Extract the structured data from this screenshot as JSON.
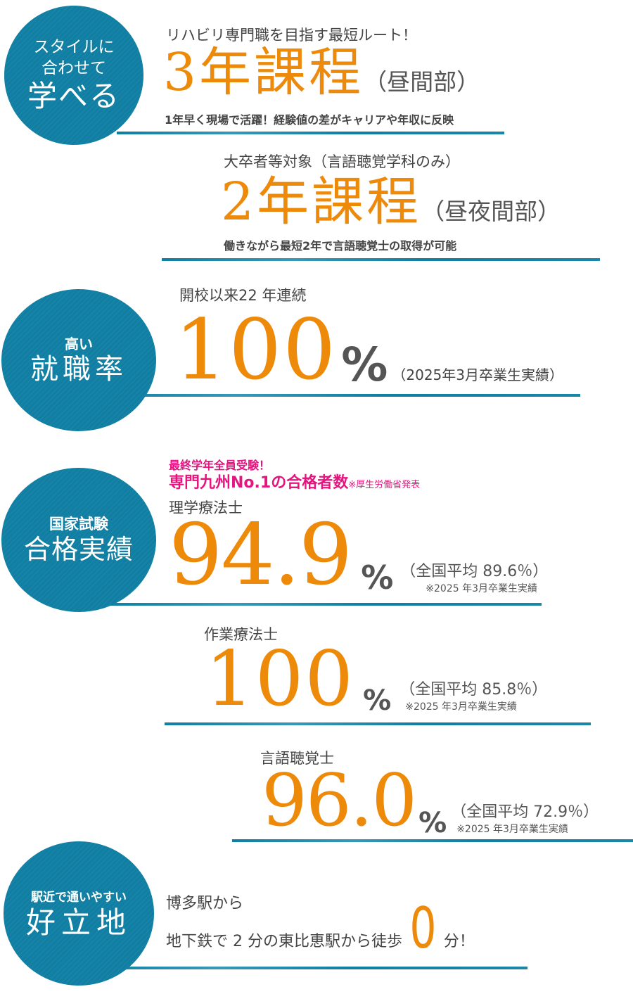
{
  "colors": {
    "accent_orange": "#ee8a0a",
    "brand_teal": "#107fa3",
    "pink": "#e6147f",
    "text_gray": "#444444"
  },
  "section_style": {
    "circle": {
      "line1": "スタイルに",
      "line2": "合わせて",
      "line3": "学べる"
    },
    "course3": {
      "tagline": "リハビリ専門職を目指す最短ルート！",
      "title": "3年課程",
      "paren": "（昼間部）",
      "desc": "1年早く現場で活躍！経験値の差がキャリアや年収に反映"
    },
    "course2": {
      "tagline": "大卒者等対象（言語聴覚学科のみ）",
      "title": "2年課程",
      "paren": "（昼夜間部）",
      "desc": "働きながら最短2年で言語聴覚士の取得が可能"
    }
  },
  "section_employment": {
    "circle": {
      "line1": "高い",
      "line2": "就職率"
    },
    "tagline": "開校以来22 年連続",
    "value": "100",
    "unit": "%",
    "note": "（2025年3月卒業生実績）"
  },
  "section_exam": {
    "circle": {
      "line1": "国家試験",
      "line2": "合格実績"
    },
    "highlight1": "最終学年全員受験！",
    "highlight2": "専門九州No.1の合格者数",
    "highlight_note": "※厚生労働省発表",
    "items": [
      {
        "label": "理学療法士",
        "value": "94.9",
        "unit": "%",
        "avg": "（全国平均 89.6％）",
        "note": "※2025 年3月卒業生実績"
      },
      {
        "label": "作業療法士",
        "value": "100",
        "unit": "%",
        "avg": "（全国平均 85.8％）",
        "note": "※2025 年3月卒業生実績"
      },
      {
        "label": "言語聴覚士",
        "value": "96.0",
        "unit": "%",
        "avg": "（全国平均 72.9％）",
        "note": "※2025 年3月卒業生実績"
      }
    ]
  },
  "section_location": {
    "circle": {
      "line1": "駅近で通いやすい",
      "line2": "好立地"
    },
    "line1": "博多駅から",
    "line2_pre": "地下鉄で 2 分の東比恵駅から徒歩",
    "minutes": "0",
    "line2_post": "分！"
  }
}
